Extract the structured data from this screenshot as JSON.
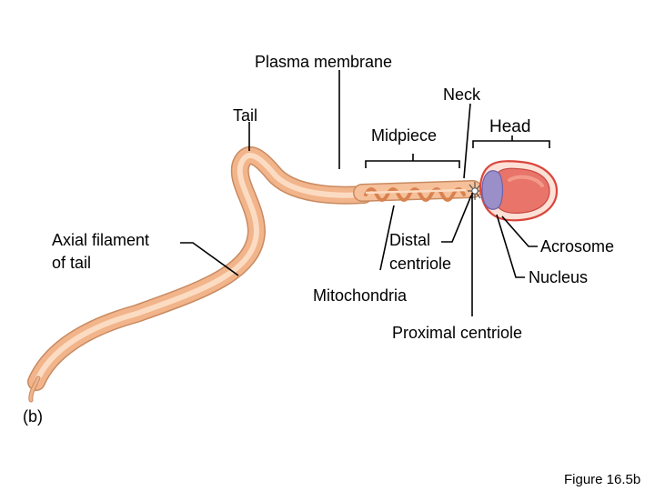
{
  "figure": {
    "panel_label": "(b)",
    "caption": "Figure 16.5b"
  },
  "labels": {
    "plasma_membrane": "Plasma membrane",
    "neck": "Neck",
    "tail": "Tail",
    "midpiece": "Midpiece",
    "head": "Head",
    "axial_filament_line1": "Axial filament",
    "axial_filament_line2": "of tail",
    "distal_centriole_line1": "Distal",
    "distal_centriole_line2": "centriole",
    "acrosome": "Acrosome",
    "nucleus": "Nucleus",
    "mitochondria": "Mitochondria",
    "proximal_centriole": "Proximal centriole"
  },
  "colors": {
    "tail_outer": "#f2b48a",
    "tail_inner": "#fbdcc3",
    "tail_outline": "#c98a60",
    "mitochondria": "#d9814f",
    "nucleus": "#e8746a",
    "nucleus_inner": "#f39a8a",
    "acrosome_fill": "#fde0d6",
    "acrosome_outline": "#d9463c",
    "proximal_area": "#9a8fc9",
    "text": "#000000"
  }
}
